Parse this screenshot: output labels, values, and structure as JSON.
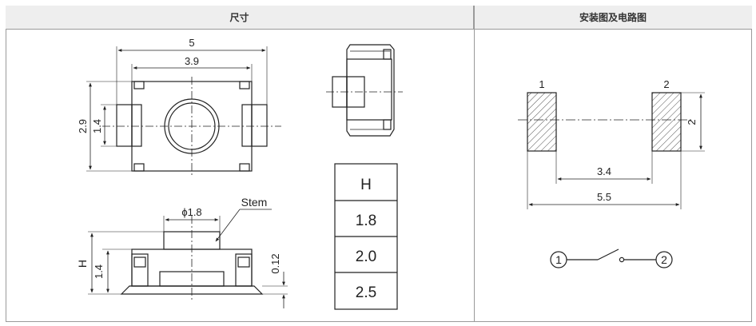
{
  "headers": {
    "left": "尺寸",
    "right": "安装图及电路图"
  },
  "dimensions": {
    "top_width": "5",
    "inner_width": "3.9",
    "height": "2.9",
    "pin_height": "1.4",
    "stem_diameter": "ϕ1.8",
    "stem_label": "Stem",
    "side_h": "H",
    "side_h14": "1.4",
    "side_012": "0.12"
  },
  "h_table": {
    "header": "H",
    "values": [
      "1.8",
      "2.0",
      "2.5"
    ]
  },
  "footprint": {
    "pad1_label": "1",
    "pad2_label": "2",
    "pad_height": "2",
    "inner_span": "3.4",
    "outer_span": "5.5"
  },
  "circuit": {
    "pin1": "1",
    "pin2": "2"
  }
}
